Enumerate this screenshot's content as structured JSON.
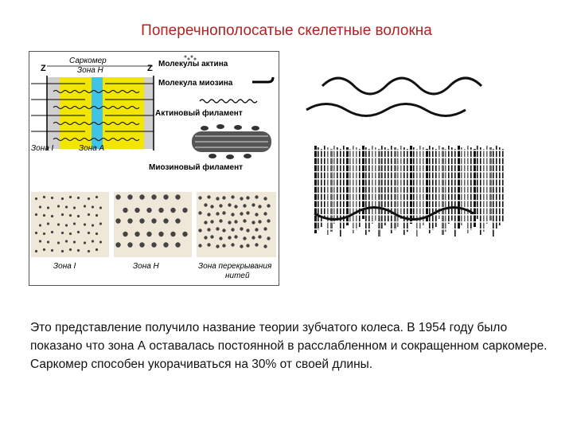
{
  "slide": {
    "title": "Поперечнополосатые скелетные волокна",
    "body_text": "Это представление получило название теории зубчатого колеса. В 1954 году было показано что зона А оставалась постоянной в расслабленном и сокращенном саркомере. Саркомер способен укорачиваться на 30% от своей длины."
  },
  "diagram": {
    "z_left": "Z",
    "z_right": "Z",
    "sarcomere": "Саркомер",
    "zone_h": "Зона H",
    "zone_i": "Зона I",
    "zone_a": "Зона A",
    "actin_molecules": "Молекулы актина",
    "myosin_molecule": "Молекула миозина",
    "actin_filament": "Актиновый филамент",
    "myosin_filament": "Миозиновый филамент",
    "panel_zone_i": "Зона I",
    "panel_zone_h": "Зона H",
    "panel_overlap_line1": "Зона перекрывания",
    "panel_overlap_line2": "нитей",
    "colors": {
      "zone_i": "#c8c8c8",
      "zone_a": "#f2e600",
      "zone_h": "#3fc4e8",
      "title": "#b22222"
    }
  }
}
